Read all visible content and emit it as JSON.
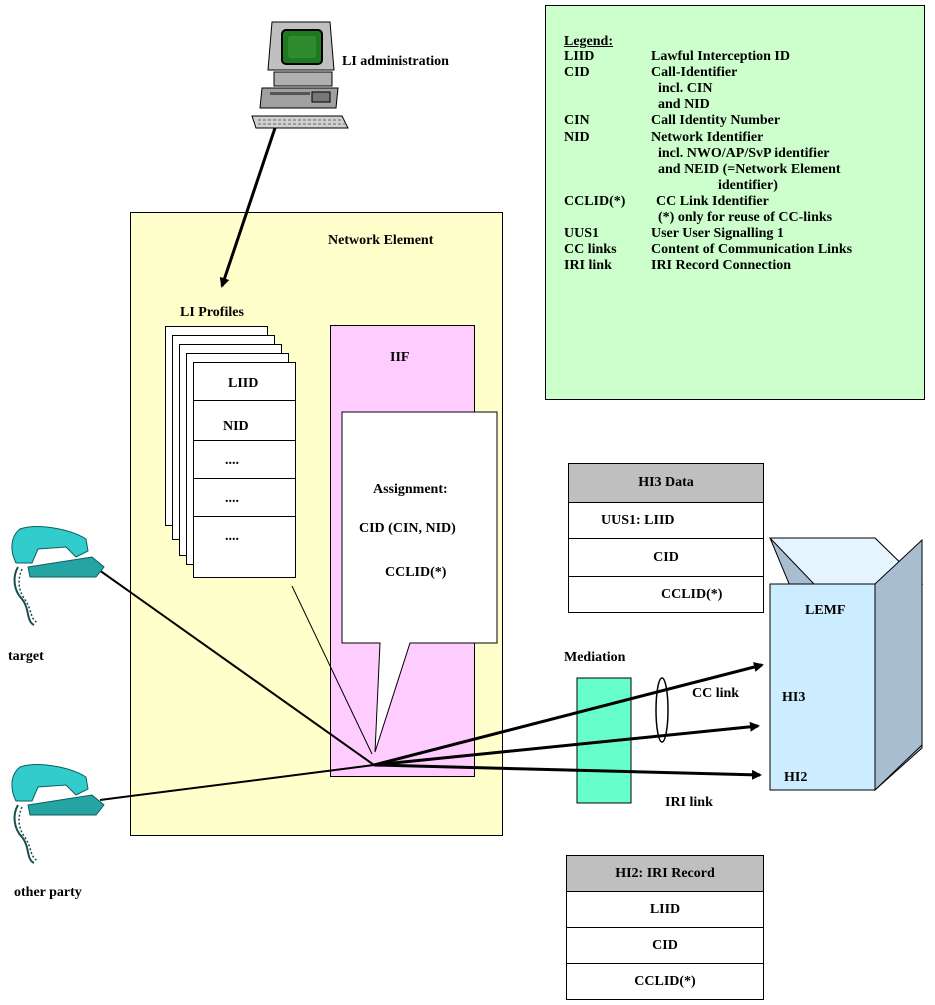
{
  "admin_label": "LI administration",
  "legend": {
    "title": "Legend:",
    "items": [
      {
        "term": "LIID",
        "def": "Lawful Interception ID"
      },
      {
        "term": "CID",
        "def": "Call-Identifier"
      },
      {
        "term": "",
        "def": "incl. CIN"
      },
      {
        "term": "",
        "def": "and NID"
      },
      {
        "term": "CIN",
        "def": "Call Identity Number"
      },
      {
        "term": "NID",
        "def": "Network Identifier"
      },
      {
        "term": "",
        "def": "incl. NWO/AP/SvP identifier"
      },
      {
        "term": "",
        "def": "and NEID (=Network Element"
      },
      {
        "term": "",
        "def": "identifier)"
      },
      {
        "term": "CCLID(*)",
        "def": "CC Link Identifier"
      },
      {
        "term": "",
        "def": "(*) only for reuse of CC-links"
      },
      {
        "term": "UUS1",
        "def": "User User Signalling 1"
      },
      {
        "term": "CC links",
        "def": "Content of Communication Links"
      },
      {
        "term": "IRI link",
        "def": "IRI Record Connection"
      }
    ]
  },
  "network_element": {
    "label": "Network Element",
    "profiles_label": "LI Profiles",
    "profile_fields": [
      "LIID",
      "NID",
      "....",
      "....",
      "...."
    ],
    "iif_label": "IIF",
    "assignment": {
      "title": "Assignment:",
      "line1": "CID (CIN, NID)",
      "line2": "CCLID(*)"
    }
  },
  "target_label": "target",
  "other_party_label": "other party",
  "mediation_label": "Mediation",
  "cc_link_label": "CC link",
  "iri_link_label": "IRI link",
  "lemf": {
    "label": "LEMF",
    "hi3": "HI3",
    "hi2": "HI2"
  },
  "hi3_table": {
    "header": "HI3 Data",
    "rows": [
      "UUS1: LIID",
      "CID",
      "CCLID(*)"
    ]
  },
  "hi2_table": {
    "header": "HI2: IRI Record",
    "rows": [
      "LIID",
      "CID",
      "CCLID(*)"
    ]
  },
  "colors": {
    "legend_bg": "#ccffcc",
    "network_element_bg": "#ffffcc",
    "iif_bg": "#ffccff",
    "lemf_bg": "#ccecff",
    "mediation_bg": "#66ffcc",
    "phone": "#33cccc",
    "table_header": "#bfbfbf"
  }
}
